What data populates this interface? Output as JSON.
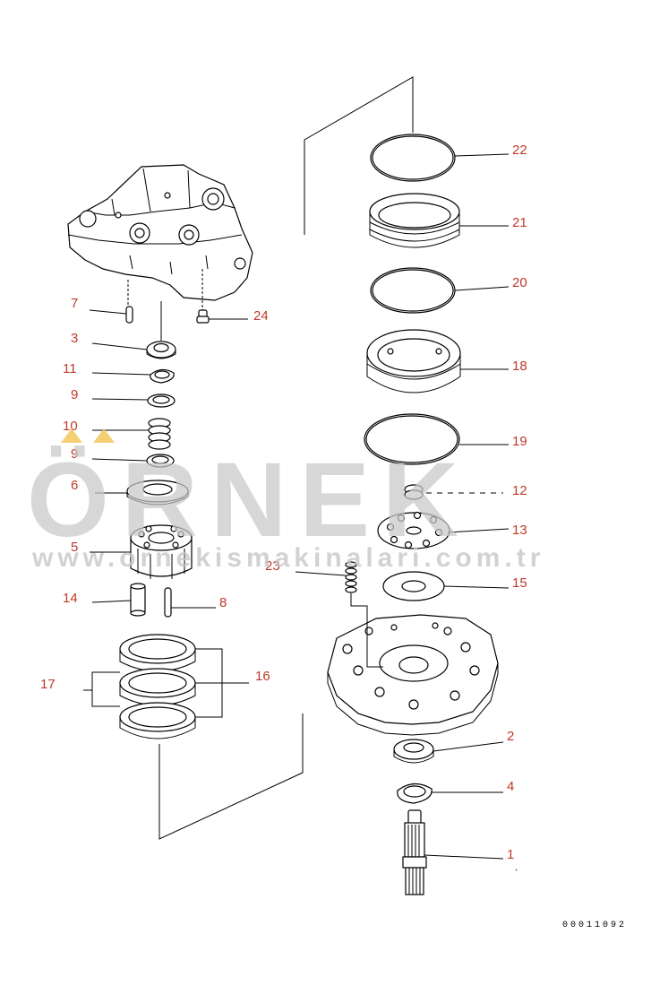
{
  "drawing_number": "00011092",
  "watermark": {
    "brand": "ÖRNEK",
    "website": "www.ornekismakinalari.com.tr"
  },
  "labels": {
    "p1": "1",
    "p2": "2",
    "p3": "3",
    "p4": "4",
    "p5": "5",
    "p6": "6",
    "p7": "7",
    "p8": "8",
    "p9a": "9",
    "p9b": "9",
    "p10": "10",
    "p11": "11",
    "p12": "12",
    "p13": "13",
    "p14": "14",
    "p15": "15",
    "p16": "16",
    "p17": "17",
    "p18": "18",
    "p19": "19",
    "p20": "20",
    "p21": "21",
    "p22": "22",
    "p23": "23",
    "p24": "24"
  },
  "colors": {
    "label": "#c0392b",
    "watermark": "#c8c8c8",
    "watermark_accent": "#f2c75c",
    "line": "#000000"
  }
}
